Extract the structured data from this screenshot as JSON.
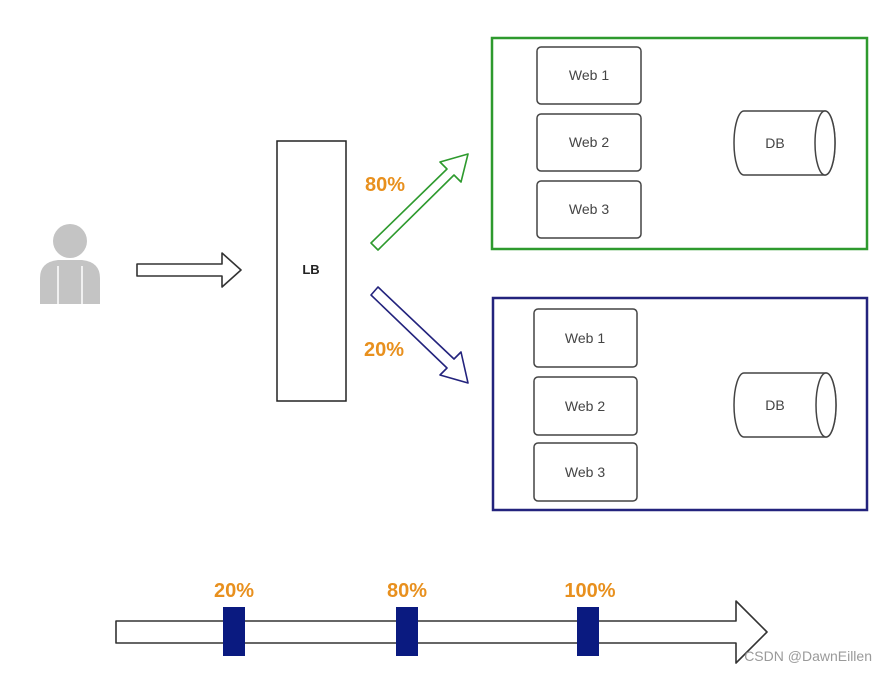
{
  "diagram": {
    "lb_label": "LB",
    "upper_group": {
      "servers": [
        "Web 1",
        "Web 2",
        "Web 3"
      ],
      "db": "DB",
      "border_color": "#2e9a2e",
      "traffic_share": "80%"
    },
    "lower_group": {
      "servers": [
        "Web 1",
        "Web 2",
        "Web 3"
      ],
      "db": "DB",
      "border_color": "#23237d",
      "traffic_share": "20%"
    },
    "timeline": {
      "milestones": [
        "20%",
        "80%",
        "100%"
      ],
      "marker_color": "#0a1a80"
    },
    "accent_color": "#e8901e",
    "icons": [
      "user-icon",
      "arrow-right-icon",
      "arrow-up-right-icon",
      "arrow-down-right-icon"
    ]
  },
  "watermark": "CSDN @DawnEillen"
}
